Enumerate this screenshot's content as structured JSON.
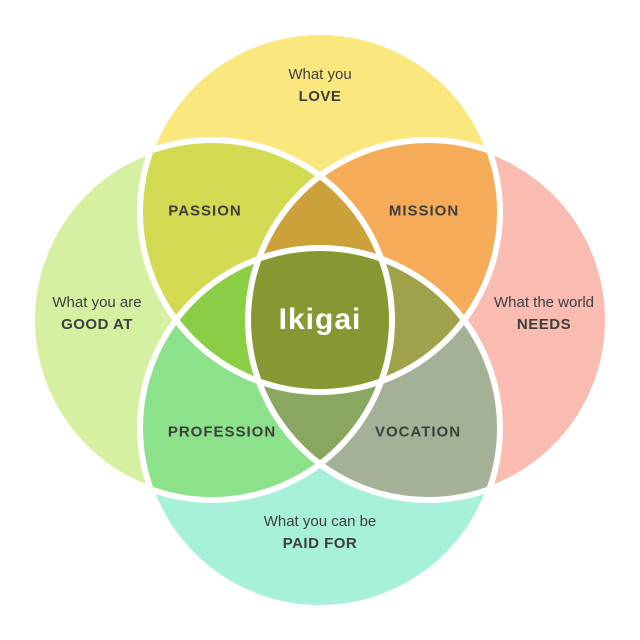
{
  "diagram": {
    "center_label": "Ikigai",
    "colors": {
      "love": "#FAE87F",
      "good_at": "#D6F0A2",
      "needs": "#FABCB1",
      "paid_for": "#A7F1DA",
      "stroke": "#FFFFFF",
      "label_text": "#3E3E3E",
      "center_text": "#FFFFFF"
    },
    "outer_labels": {
      "love": {
        "line1": "What you",
        "line2": "LOVE"
      },
      "good_at": {
        "line1": "What you are",
        "line2": "GOOD AT"
      },
      "needs": {
        "line1": "What the world",
        "line2": "NEEDS"
      },
      "paid_for": {
        "line1": "What you can be",
        "line2": "PAID FOR"
      }
    },
    "intersection_labels": {
      "passion": "PASSION",
      "mission": "MISSION",
      "profession": "PROFESSION",
      "vocation": "VOCATION"
    }
  }
}
